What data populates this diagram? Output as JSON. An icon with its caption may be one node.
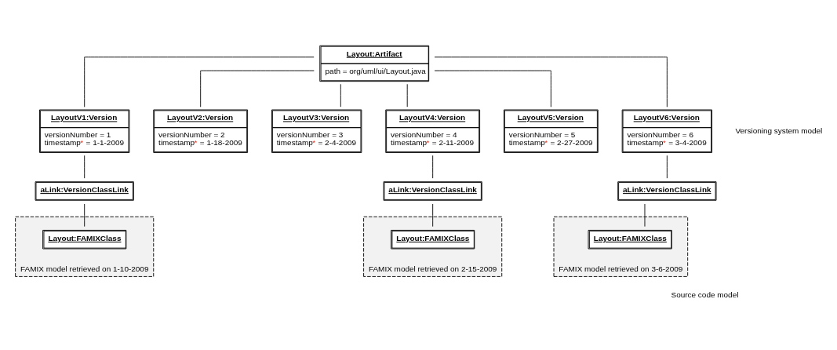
{
  "diagram": {
    "nodes": [
      {
        "text": [
          "Layout:Artifact",
          "path = org/uml/ui/Layout.java"
        ]
      },
      {
        "text": [
          "LayoutV1:Version",
          "versionNumber = 1",
          "timestamp* = 1-1-2009"
        ]
      },
      {
        "text": [
          "LayoutV2:Version",
          "versionNumber = 2",
          "timestamp* = 1-18-2009"
        ]
      },
      {
        "text": [
          "LayoutV3:Version",
          "versionNumber = 3",
          "timestamp* = 2-4-2009"
        ]
      },
      {
        "text": [
          "LayoutV4:Version",
          "versionNumber = 4",
          "timestamp* = 2-11-2009"
        ]
      },
      {
        "text": [
          "LayoutV5:Version",
          "versionNumber = 5",
          "timestamp* = 2-27-2009"
        ]
      },
      {
        "text": [
          "LayoutV6:Version",
          "versionNumber = 6",
          "timestamp* = 3-4-2009"
        ]
      },
      {
        "text": [
          "aLink:VersionClassLink"
        ]
      },
      {
        "text": [
          "aLink:VersionClassLink"
        ]
      },
      {
        "text": [
          "aLink:VersionClassLink"
        ]
      },
      {
        "text": [
          "FAMIX model retrieved on 1-10-2009"
        ]
      },
      {
        "text": [
          "Layout:FAMIXClass"
        ],
        "in": 10
      },
      {
        "text": [
          "FAMIX model retrieved on 2-15-2009"
        ]
      },
      {
        "text": [
          "Layout:FAMIXClass"
        ],
        "in": 12
      },
      {
        "text": [
          "FAMIX model retrieved on 3-6-2009"
        ]
      },
      {
        "text": [
          "Layout:FAMIXClass"
        ],
        "in": 14
      }
    ],
    "edges": [
      {
        "from": 0,
        "to": 1,
        "arrow": "none"
      },
      {
        "from": 0,
        "to": 2,
        "arrow": "none"
      },
      {
        "from": 0,
        "to": 3,
        "arrow": "none"
      },
      {
        "from": 0,
        "to": 4,
        "arrow": "none"
      },
      {
        "from": 0,
        "to": 5,
        "arrow": "none"
      },
      {
        "from": 0,
        "to": 6,
        "arrow": "none"
      },
      {
        "from": 1,
        "to": 7,
        "arrow": "none"
      },
      {
        "from": 4,
        "to": 8,
        "arrow": "none"
      },
      {
        "from": 6,
        "to": 9,
        "arrow": "none"
      },
      {
        "from": 7,
        "to": 11,
        "arrow": "none"
      },
      {
        "from": 8,
        "to": 13,
        "arrow": "none"
      },
      {
        "from": 9,
        "to": 15,
        "arrow": "none"
      }
    ],
    "labels": [
      "Versioning system model",
      "Source code model"
    ]
  }
}
